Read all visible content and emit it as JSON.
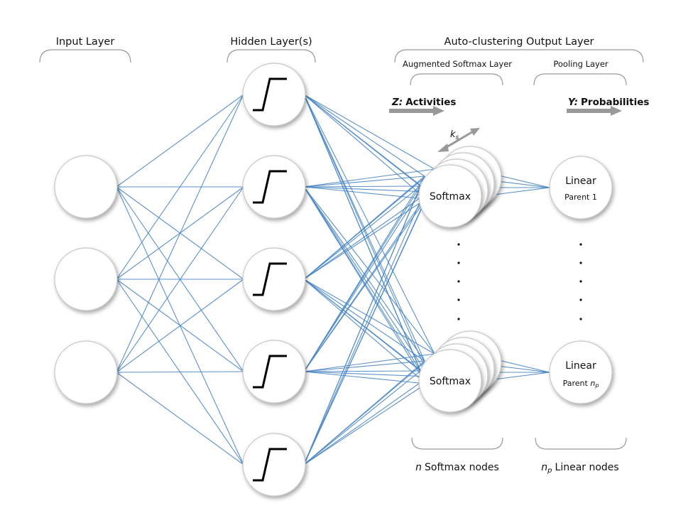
{
  "labels": {
    "input_layer": "Input Layer",
    "hidden_layers": "Hidden Layer(s)",
    "auto_output": "Auto-clustering Output Layer",
    "augmented_softmax": "Augmented Softmax Layer",
    "pooling": "Pooling Layer",
    "z_prefix": "Z:",
    "z_text": "Activities",
    "y_prefix": "Y:",
    "y_text": "Probabilities",
    "ks_main": "k",
    "ks_sub": "s",
    "n_italic": "n",
    "softmax_nodes": "Softmax nodes",
    "np_main": "n",
    "np_sub": "p",
    "linear_nodes": "Linear nodes"
  },
  "nodes": {
    "softmax_top": "Softmax",
    "softmax_bottom": "Softmax",
    "linear_top": "Linear",
    "linear_top_sub": "Parent 1",
    "linear_bottom": "Linear",
    "linear_bottom_sub_prefix": "Parent ",
    "linear_bottom_sub_n": "n",
    "linear_bottom_sub_p": "p"
  },
  "colors": {
    "edge": "#4a86c5",
    "node_border": "#c8c8c8",
    "brace": "#9a9a9a",
    "arrow": "#999999"
  },
  "icons": {
    "activation": "sigmoid-step-icon",
    "flow_arrow": "right-arrow-icon",
    "ks_arrow": "double-arrow-icon"
  }
}
